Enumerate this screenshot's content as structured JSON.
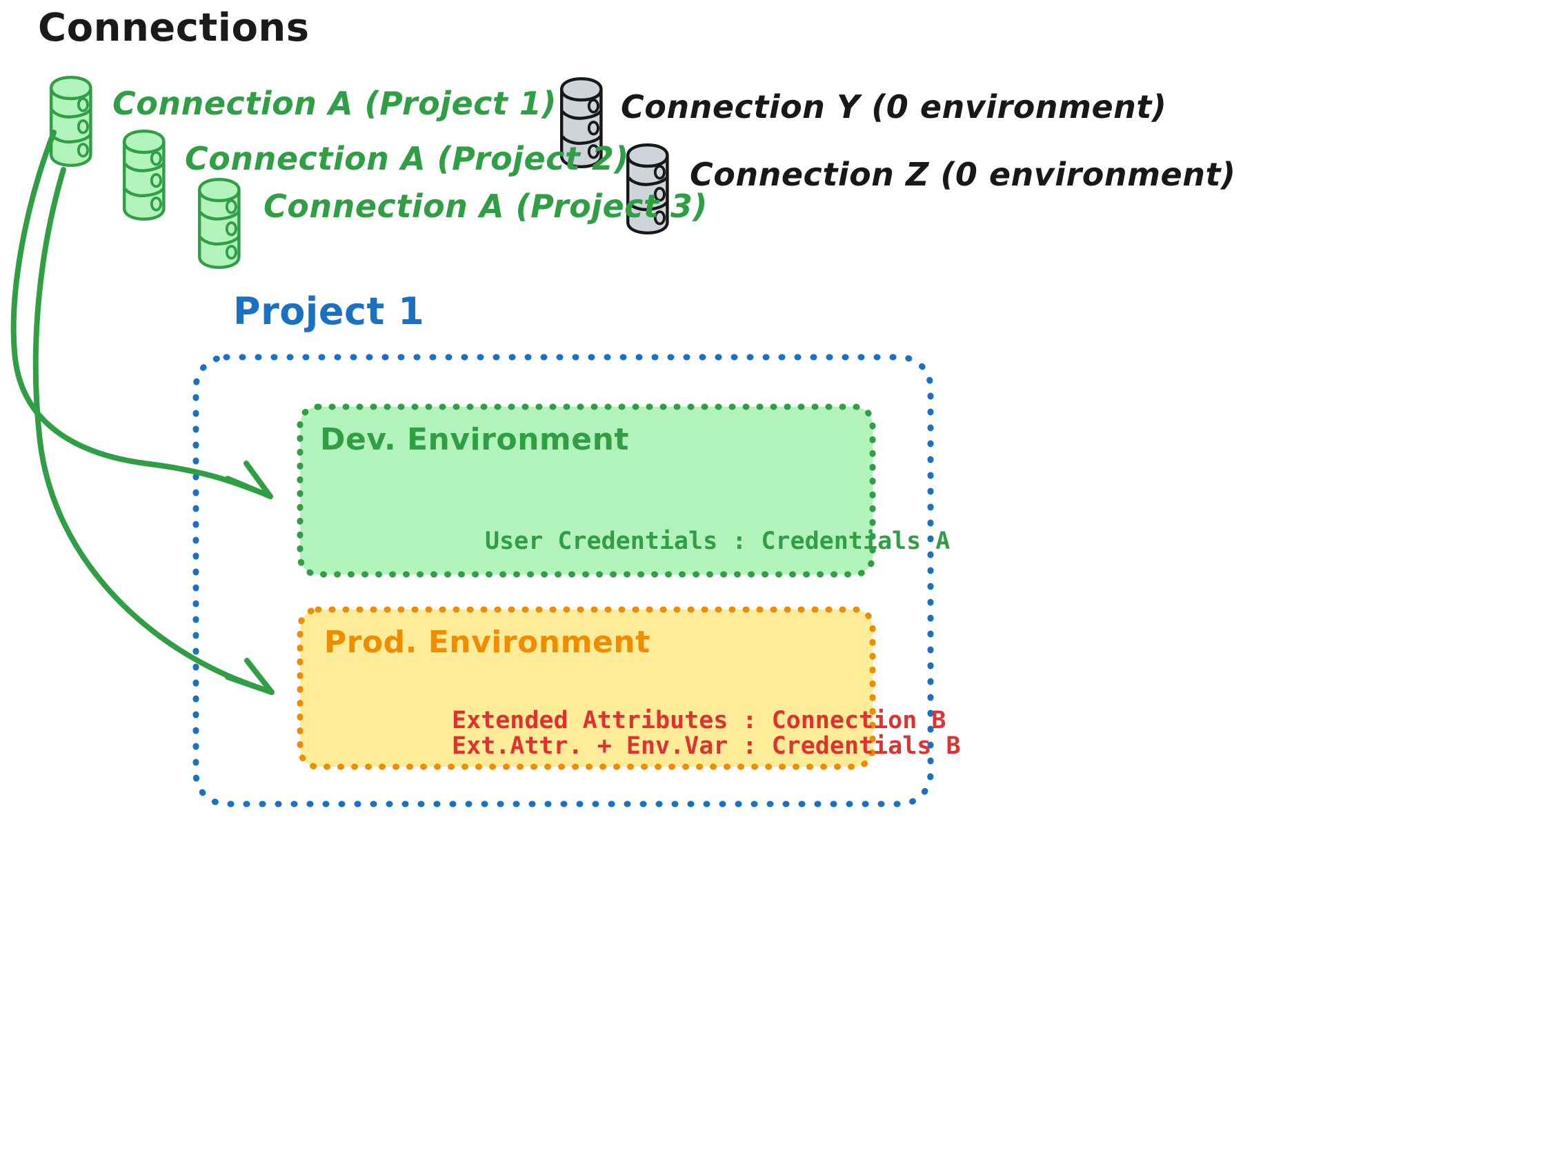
{
  "diagram": {
    "title": "Connections",
    "connections": [
      {
        "label": "Connection A (Project 1)",
        "color": "#2f9e44",
        "kind": "database-cylinder-green"
      },
      {
        "label": "Connection A (Project 2)",
        "color": "#2f9e44",
        "kind": "database-cylinder-green"
      },
      {
        "label": "Connection A (Project 3)",
        "color": "#2f9e44",
        "kind": "database-cylinder-green"
      },
      {
        "label": "Connection Y (0 environment)",
        "color": "#16181a",
        "kind": "database-cylinder-grey"
      },
      {
        "label": "Connection Z (0 environment)",
        "color": "#16181a",
        "kind": "database-cylinder-grey"
      }
    ],
    "project": {
      "label": "Project 1",
      "border_color": "#1971c2",
      "environments": [
        {
          "name": "Dev. Environment",
          "fill": "#b2f2bb",
          "border": "#2f9e44",
          "text_color": "#2f9e44",
          "rows": [
            "User Credentials : Credentials A"
          ]
        },
        {
          "name": "Prod. Environment",
          "fill": "#ffec99",
          "border": "#f08c00",
          "text_color": "#e03131",
          "rows": [
            "Extended Attributes : Connection B",
            "Ext.Attr. + Env.Var : Credentials B"
          ]
        }
      ]
    },
    "arrows": [
      {
        "from": "Connection A (Project 1)",
        "to": "Dev. Environment",
        "color": "#2f9e44"
      },
      {
        "from": "Connection A (Project 1)",
        "to": "Prod. Environment",
        "color": "#2f9e44"
      }
    ],
    "colors": {
      "green_stroke": "#2f9e44",
      "green_fill": "#b2f2bb",
      "orange_stroke": "#f08c00",
      "orange_fill": "#ffec99",
      "blue_stroke": "#1971c2",
      "red_text": "#e03131",
      "grey_fill": "#ced4da",
      "black_stroke": "#16181a"
    }
  }
}
